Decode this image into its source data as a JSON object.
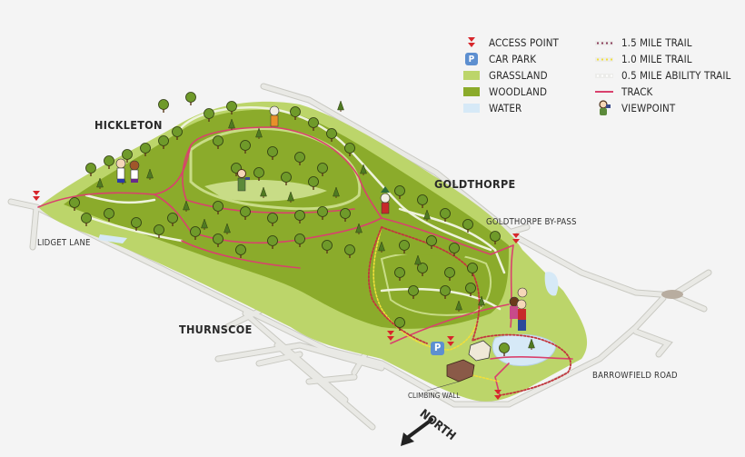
{
  "legend": {
    "items_left": [
      {
        "icon": "access-point-icon",
        "label": "ACCESS POINT",
        "color": "#d7262b"
      },
      {
        "icon": "car-park-icon",
        "label": "CAR PARK",
        "glyph": "P",
        "color": "#5d8fd0"
      },
      {
        "icon": "grassland-swatch",
        "label": "GRASSLAND",
        "color": "#bcd56a"
      },
      {
        "icon": "woodland-swatch",
        "label": "WOODLAND",
        "color": "#8bab2b"
      },
      {
        "icon": "water-swatch",
        "label": "WATER",
        "color": "#d6e9f7"
      }
    ],
    "items_right": [
      {
        "icon": "trail-1-5-icon",
        "label": "1.5 MILE TRAIL",
        "color": "#8a3c5a"
      },
      {
        "icon": "trail-1-0-icon",
        "label": "1.0 MILE TRAIL",
        "color": "#f2df3a"
      },
      {
        "icon": "trail-0-5-icon",
        "label": "0.5 MILE ABILITY TRAIL",
        "color": "#f4f7ee"
      },
      {
        "icon": "track-icon",
        "label": "TRACK",
        "color": "#d9416d"
      },
      {
        "icon": "viewpoint-icon",
        "label": "VIEWPOINT"
      }
    ]
  },
  "places": {
    "hickleton": "HICKLETON",
    "goldthorpe": "GOLDTHORPE",
    "thurnscoe": "THURNSCOE"
  },
  "roads": {
    "lidget_lane": "LIDGET LANE",
    "goldthorpe_bypass": "GOLDTHORPE BY-PASS",
    "barrowfield_road": "BARROWFIELD ROAD"
  },
  "features": {
    "climbing_wall": "CLIMBING WALL",
    "car_park": "P"
  },
  "compass": {
    "label": "NORTH"
  },
  "colors": {
    "background": "#f4f4f4",
    "road": "#e6e6e2",
    "road_edge": "#c9c9c2",
    "grassland": "#bcd56a",
    "woodland": "#8bab2b",
    "woodland_dark": "#76962a",
    "water": "#d6e9f7",
    "track": "#d9416d",
    "access": "#d7262b"
  }
}
